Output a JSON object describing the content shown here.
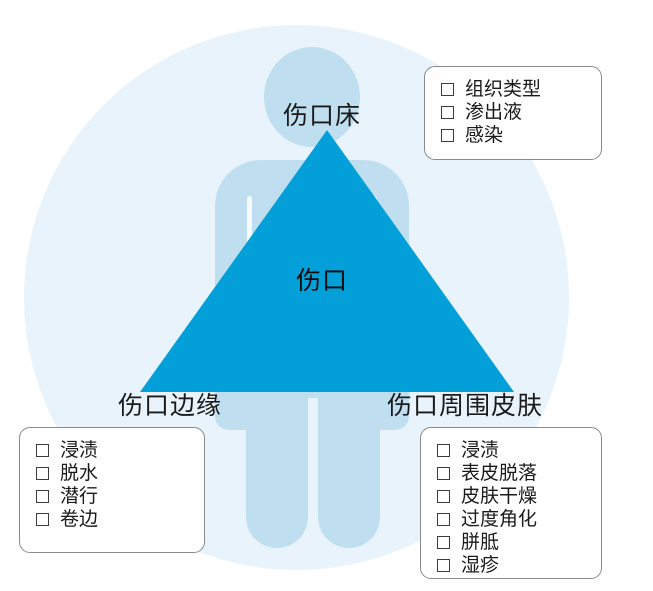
{
  "diagram": {
    "title_center": "伤口",
    "colors": {
      "triangle": "#039fd8",
      "background_circle": "#e8f3fc",
      "figure": "#bfdff0",
      "box_border": "#8a8a8a",
      "text": "#1a1a1a"
    },
    "nodes": [
      {
        "id": "wound-bed",
        "label": "伤口床"
      },
      {
        "id": "wound-edge",
        "label": "伤口边缘"
      },
      {
        "id": "periwound-skin",
        "label": "伤口周围皮肤"
      }
    ],
    "checklists": {
      "wound_bed": {
        "items": [
          {
            "label": "组织类型",
            "checked": false
          },
          {
            "label": "渗出液",
            "checked": false
          },
          {
            "label": "感染",
            "checked": false
          }
        ]
      },
      "wound_edge": {
        "items": [
          {
            "label": "浸渍",
            "checked": false
          },
          {
            "label": "脱水",
            "checked": false
          },
          {
            "label": "潜行",
            "checked": false
          },
          {
            "label": "卷边",
            "checked": false
          }
        ]
      },
      "periwound_skin": {
        "items": [
          {
            "label": "浸渍",
            "checked": false
          },
          {
            "label": "表皮脱落",
            "checked": false
          },
          {
            "label": "皮肤干燥",
            "checked": false
          },
          {
            "label": "过度角化",
            "checked": false
          },
          {
            "label": "胼胝",
            "checked": false
          },
          {
            "label": "湿疹",
            "checked": false
          }
        ]
      }
    }
  }
}
